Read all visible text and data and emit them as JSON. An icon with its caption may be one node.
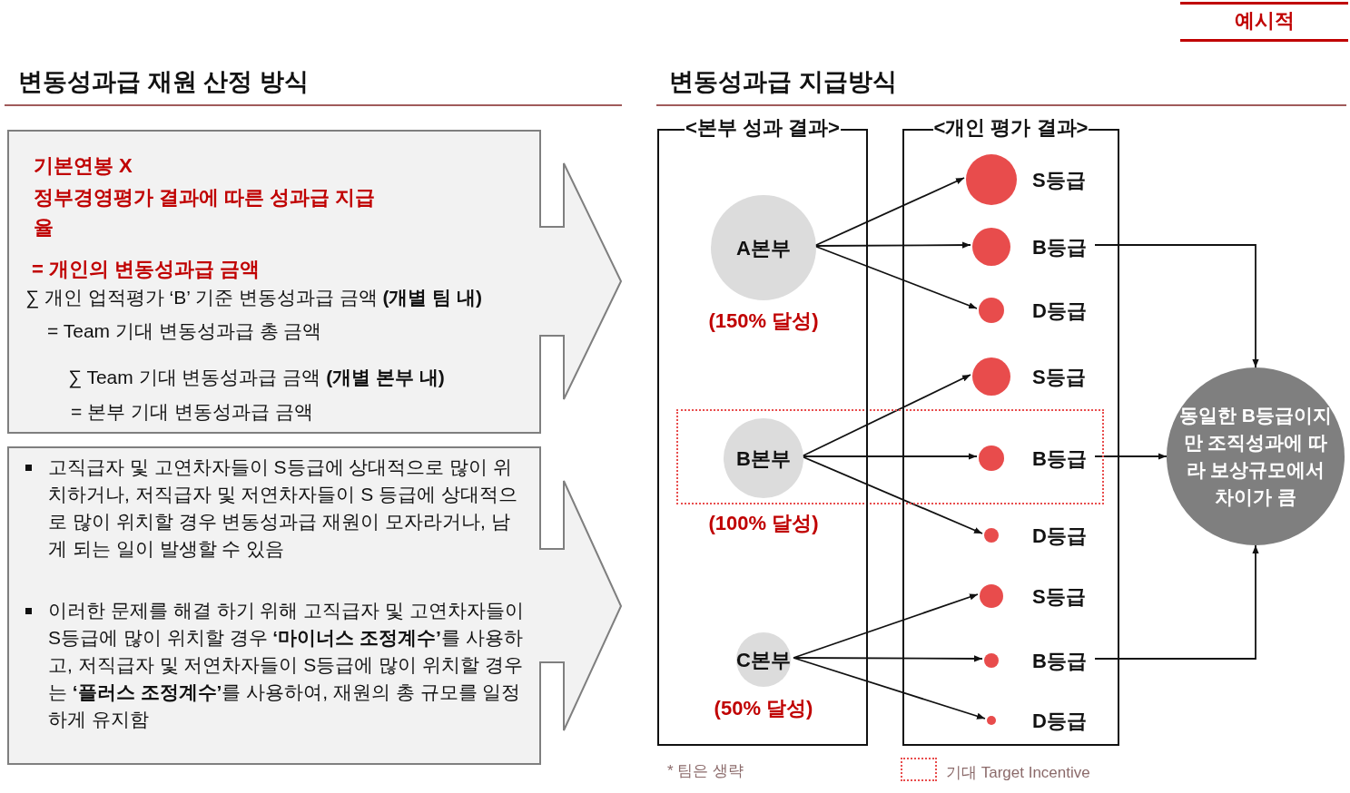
{
  "diagram": {
    "nodes": [
      {
        "text": [
          "기본연봉 X",
          "정부경영평가 결과에 따른 성과급 지급율",
          "= 개인의 변동성과급 금액",
          "∑ 개인 업적평가 ‘B’ 기준 변동성과급 금액 **(개별 팀 내)**",
          "= Team 기대 변동성과급 총 금액",
          "∑ Team 기대 변동성과급 금액 **(개별 본부 내)**",
          "= 본부 기대 변동성과급 금액"
        ]
      },
      {
        "text": [
          "고직급자 및 고연차자들이 S등급에 상대적으로 많이 위치하거나, 저직급자 및 저연차자들이 S 등급에 상대적으로 많이 위치할 경우 변동성과급 재원이 모자라거나, 남게 되는 일이 발생할 수 있음",
          "이러한 문제를 해결 하기 위해 고직급자 및 고연차자들이 S등급에 많이 위치할 경우 **‘마이너스 조정계수’**를 사용하고, 저직급자 및 저연차자들이 S등급에 많이 위치할 경우는 **‘플러스 조정계수’**를 사용하여, 재원의 총 규모를 일정하게 유지함"
        ]
      },
      {
        "text": [
          "<본부 성과 결과>"
        ]
      },
      {
        "text": [
          "<개인 평가 결과>"
        ]
      },
      {
        "text": [
          "A본부"
        ],
        "in": 2,
        "beside": [
          "(150% 달성)"
        ]
      },
      {
        "text": [
          "B본부"
        ],
        "in": 2,
        "beside": [
          "(100% 달성)"
        ]
      },
      {
        "text": [
          "C본부"
        ],
        "in": 2,
        "beside": [
          "(50% 달성)"
        ]
      },
      {
        "text": [
          "S등급"
        ],
        "in": 3
      },
      {
        "text": [
          "B등급"
        ],
        "in": 3
      },
      {
        "text": [
          "D등급"
        ],
        "in": 3
      },
      {
        "text": [
          "S등급"
        ],
        "in": 3
      },
      {
        "text": [
          "B등급"
        ],
        "in": 3
      },
      {
        "text": [
          "D등급"
        ],
        "in": 3
      },
      {
        "text": [
          "S등급"
        ],
        "in": 3
      },
      {
        "text": [
          "B등급"
        ],
        "in": 3
      },
      {
        "text": [
          "D등급"
        ],
        "in": 3
      },
      {
        "text": [
          "동일한 B등급이지만 조직성과에 따라 보상규모에서 차이가 큼"
        ]
      }
    ],
    "edges": [
      {
        "from": 4,
        "to": 7,
        "arrow": "to"
      },
      {
        "from": 4,
        "to": 8,
        "arrow": "to"
      },
      {
        "from": 4,
        "to": 9,
        "arrow": "to"
      },
      {
        "from": 5,
        "to": 10,
        "arrow": "to"
      },
      {
        "from": 5,
        "to": 11,
        "arrow": "to"
      },
      {
        "from": 5,
        "to": 12,
        "arrow": "to"
      },
      {
        "from": 6,
        "to": 13,
        "arrow": "to"
      },
      {
        "from": 6,
        "to": 14,
        "arrow": "to"
      },
      {
        "from": 6,
        "to": 15,
        "arrow": "to"
      },
      {
        "from": 8,
        "to": 16,
        "arrow": "to"
      },
      {
        "from": 11,
        "to": 16,
        "arrow": "to"
      },
      {
        "from": 14,
        "to": 16,
        "arrow": "to"
      }
    ],
    "labels": [
      "예시적",
      "변동성과급 재원 산정 방식",
      "변동성과급 지급방식",
      "* 팀은 생략"
    ],
    "legend": [
      {
        "text": "기대 Target Incentive"
      }
    ]
  }
}
